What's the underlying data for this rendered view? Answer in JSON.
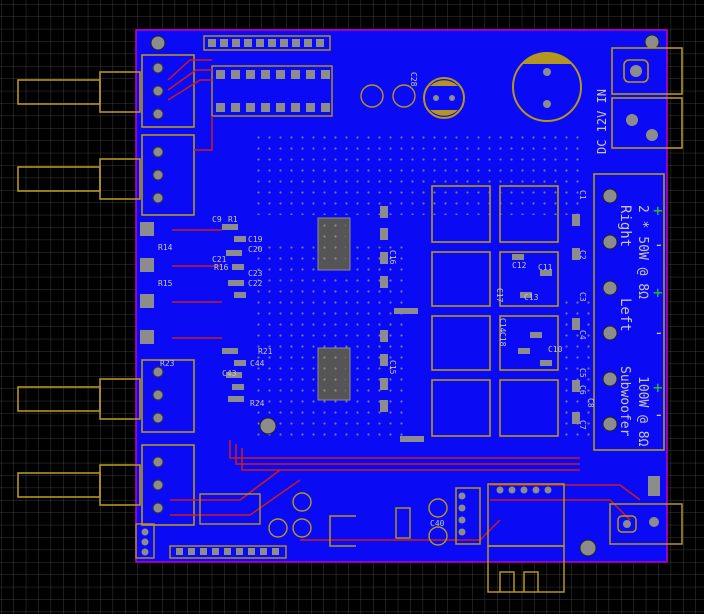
{
  "colors": {
    "background": "#000000",
    "grid": "#4a4a4a",
    "board": "#0a0af5",
    "outline": "#c800c8",
    "copper_top": "#c81e1e",
    "silk": "#b4961e",
    "pads": "#8c8c8c",
    "text_light": "#c8c8c8",
    "text_green": "#28c828"
  },
  "board_text": {
    "power_input": "DC 12V IN",
    "right_channel": "Right",
    "right_rating": "2 * 50W @ 8Ω",
    "left_channel": "Left",
    "sub_channel": "Subwoofer",
    "sub_rating": "100W @ 8Ω",
    "plus": "+",
    "minus": "-"
  },
  "component_labels": [
    {
      "id": "c1",
      "text": "C1"
    },
    {
      "id": "c2",
      "text": "C2"
    },
    {
      "id": "c3",
      "text": "C3"
    },
    {
      "id": "c4",
      "text": "C4"
    },
    {
      "id": "c5",
      "text": "C5"
    },
    {
      "id": "c6",
      "text": "C6"
    },
    {
      "id": "c7",
      "text": "C7"
    },
    {
      "id": "c8",
      "text": "C8"
    },
    {
      "id": "c9",
      "text": "C9"
    },
    {
      "id": "c10",
      "text": "C10"
    },
    {
      "id": "c11",
      "text": "C11"
    },
    {
      "id": "c12",
      "text": "C12"
    },
    {
      "id": "c13",
      "text": "C13"
    },
    {
      "id": "c14",
      "text": "C14"
    },
    {
      "id": "c15",
      "text": "C15"
    },
    {
      "id": "c16",
      "text": "C16"
    },
    {
      "id": "c17",
      "text": "C17"
    },
    {
      "id": "c18",
      "text": "C18"
    },
    {
      "id": "c19",
      "text": "C19"
    },
    {
      "id": "c20",
      "text": "C20"
    },
    {
      "id": "c21",
      "text": "C21"
    },
    {
      "id": "c22",
      "text": "C22"
    },
    {
      "id": "c23",
      "text": "C23"
    },
    {
      "id": "c28",
      "text": "C28"
    },
    {
      "id": "c40",
      "text": "C40"
    },
    {
      "id": "c43",
      "text": "C43"
    },
    {
      "id": "c44",
      "text": "C44"
    },
    {
      "id": "r1",
      "text": "R1"
    },
    {
      "id": "r14",
      "text": "R14"
    },
    {
      "id": "r15",
      "text": "R15"
    },
    {
      "id": "r16",
      "text": "R16"
    },
    {
      "id": "r21",
      "text": "R21"
    },
    {
      "id": "r23",
      "text": "R23"
    },
    {
      "id": "r24",
      "text": "R24"
    }
  ]
}
